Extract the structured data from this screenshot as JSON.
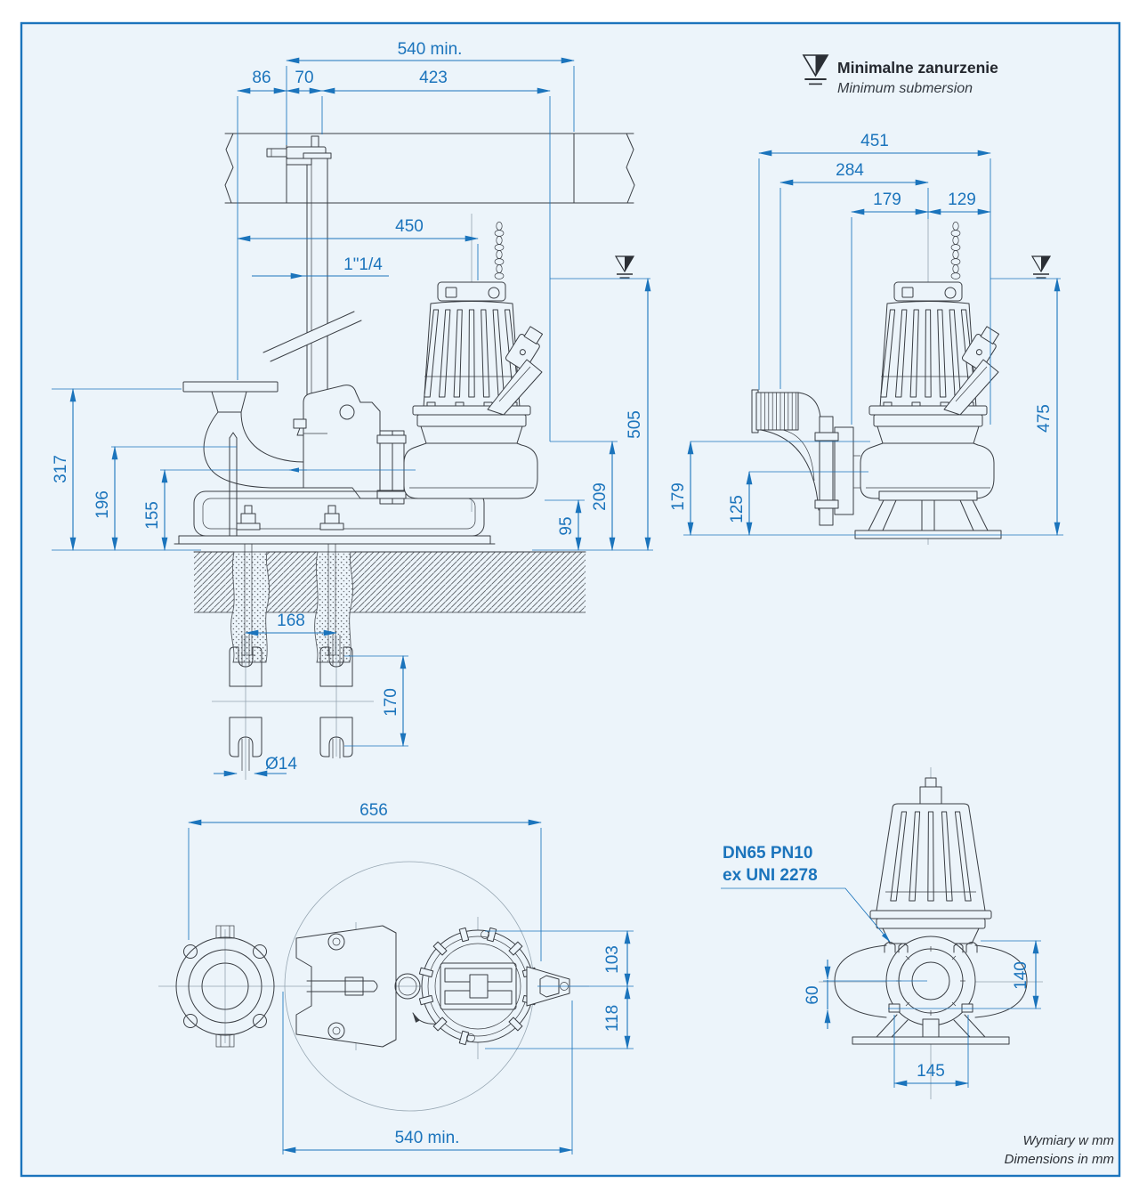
{
  "page": {
    "panel_bg": "#ecf4fa",
    "frame_color": "#1b74bc",
    "line_color": "#3a3e44",
    "dimension_color": "#1b74bc"
  },
  "legend": {
    "title": "Minimalne zanurzenie",
    "subtitle": "Minimum submersion",
    "icon": "water-level-icon"
  },
  "footer": {
    "line1": "Wymiary w mm",
    "line2": "Dimensions in mm"
  },
  "callout": {
    "line1": "DN65 PN10",
    "line2": "ex UNI 2278"
  },
  "side_view": {
    "title": "installation-side-view",
    "dims": {
      "top_span": "540 min.",
      "flange_to_opening": "86",
      "opening_to_rail": "70",
      "rail_to_pump": "423",
      "flange_to_axis": "450",
      "guide_rail_size": "1\"1/4",
      "flange_height": "317",
      "inlet_height": "196",
      "outlet_height": "155",
      "min_submersion": "505",
      "discharge_top": "209",
      "volute_bottom": "95"
    }
  },
  "hose_view": {
    "title": "free-standing-side-view",
    "dims": {
      "total_width": "451",
      "hose_to_axis": "284",
      "flange_to_axis": "179",
      "axis_to_edge": "129",
      "min_submersion": "475",
      "elbow_height": "179",
      "outlet_axis_height": "125"
    }
  },
  "anchor_detail": {
    "title": "anchor-bolt-pattern",
    "dims": {
      "bolt_spacing_x": "168",
      "bolt_spacing_y": "170",
      "bolt_hole": "Ø14"
    }
  },
  "plan_view": {
    "title": "top-plan-view",
    "dims": {
      "total_length": "656",
      "axis_to_top": "103",
      "axis_to_bottom": "118",
      "swing_clearance": "540 min."
    }
  },
  "front_view": {
    "title": "front-view",
    "dims": {
      "axis_to_foot": "60",
      "volute_height": "140",
      "bolt_spacing": "145"
    }
  }
}
